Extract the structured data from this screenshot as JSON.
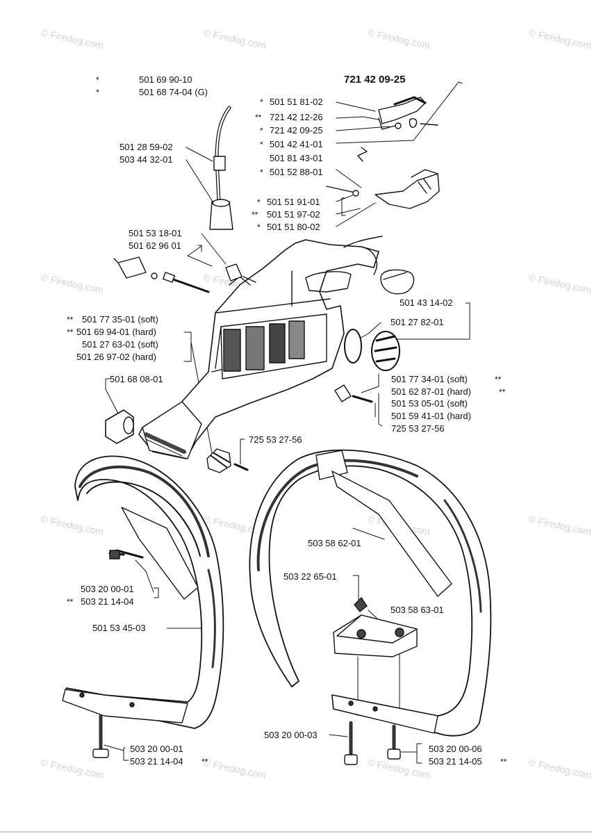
{
  "diagram": {
    "title": "721 42 09-25",
    "watermark": "© Firedog.com",
    "labels": {
      "p501699010": "501 69 90-10",
      "p501687404g": "501 68 74-04 (G)",
      "p501515102": "501 51 81-02",
      "p721421226": "721 42 12-26",
      "p721420925": "721 42 09-25",
      "p501424101": "501 42 41-01",
      "p501814301": "501 81 43-01",
      "p501528801": "501 52 88-01",
      "p501285902": "501 28 59-02",
      "p503443201": "503 44 32-01",
      "p501519101": "501 51 91-01",
      "p501519702": "501 51 97-02",
      "p501518002": "501 51 80-02",
      "p501531801": "501 53 18-01",
      "p50162960": "501 62 96 01",
      "p501431402": "501 43 14-02",
      "p501278201": "501 27 82-01",
      "p501773501": "501 77 35-01  (soft)",
      "p501699401": "501 69 94-01  (hard)",
      "p501276301": "501 27 63-01  (soft)",
      "p501269702": "501 26 97-02  (hard)",
      "p501680801": "501 68 08-01",
      "p501773401": "501 77 34-01  (soft)",
      "p501628701": "501 62 87-01  (hard)",
      "p501530501": "501 53 05-01  (soft)",
      "p501594101": "501 59 41-01  (hard)",
      "p725532756a": "725 53 27-56",
      "p725532756b": "725 53 27-56",
      "p503586201": "503 58 62-01",
      "p503226501": "503 22 65-01",
      "p503586301": "503 58 63-01",
      "p503200001a": "503 20 00-01",
      "p503211404a": "503 21 14-04",
      "p501534503": "501 53 45-03",
      "p503200003": "503 20 00-03",
      "p503200001b": "503 20 00-01",
      "p503211404b": "503 21 14-04",
      "p503200006": "503 20 00-06",
      "p503211405": "503 21 14-05"
    },
    "marks": {
      "single": "*",
      "double": "**"
    }
  }
}
